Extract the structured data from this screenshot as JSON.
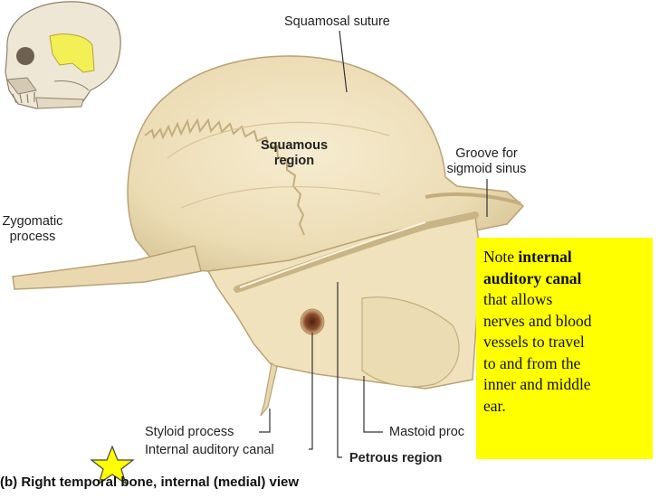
{
  "labels": {
    "squamosal_suture": "Squamosal suture",
    "squamous_region": [
      "Squamous",
      "region"
    ],
    "groove": [
      "Groove for",
      "sigmoid sinus"
    ],
    "zygomatic": [
      "Zygomatic",
      "process"
    ],
    "styloid": "Styloid process",
    "internal_canal": "Internal auditory canal",
    "petrous": "Petrous region",
    "mastoid": "Mastoid proc"
  },
  "caption": "(b) Right temporal bone, internal (medial) view",
  "note": {
    "prefix": "Note",
    "bold": [
      "internal",
      "auditory canal"
    ],
    "rest": [
      "that allows",
      "nerves and blood",
      "vessels to travel",
      "to and from the",
      "inner and middle",
      "ear."
    ]
  },
  "colors": {
    "bone": "#efe3c2",
    "bone_shadow": "#d9c9a0",
    "note_background": "#ffff00",
    "star": "#ffff00",
    "skull_highlight": "#f3f055"
  },
  "icons": [
    "skull-icon",
    "star-icon"
  ]
}
